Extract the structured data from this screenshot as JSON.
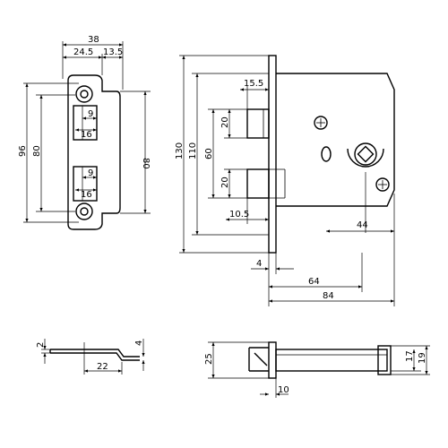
{
  "dims": {
    "strike_total_w": "38",
    "strike_left_w": "24.5",
    "strike_right_w": "13.5",
    "strike_outer_h": "96",
    "strike_inner_h_left": "80",
    "strike_inner_h_right": "80",
    "slot_top_w": "9",
    "slot_top_w2": "16",
    "slot_bottom_w": "9",
    "slot_bottom_w2": "16",
    "lock_height": "130",
    "faceplate_h": "110",
    "bolts_c2c": "60",
    "latch_proj": "15.5",
    "latch_h": "20",
    "deadbolt_h": "20",
    "deadbolt_proj": "10.5",
    "backset": "44",
    "face_thk": "4",
    "case_depth": "64",
    "total_depth": "84",
    "strike_side_thk": "2",
    "strike_side_lip": "4",
    "strike_side_w": "22",
    "bolt_side_h": "25",
    "bolt_side_w": "10",
    "bolt_side_17": "17",
    "bolt_side_19": "19"
  }
}
